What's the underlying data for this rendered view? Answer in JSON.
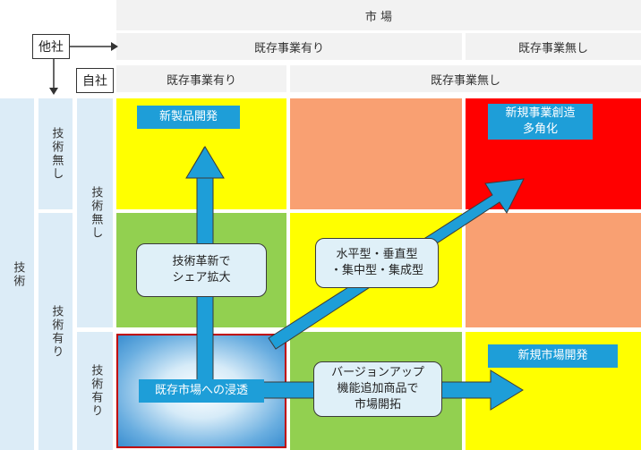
{
  "headers": {
    "market": "市 場",
    "other_company": "他社",
    "own_company": "自社",
    "other_existing": "既存事業有り",
    "other_none": "既存事業無し",
    "own_existing": "既存事業有り",
    "own_none": "既存事業無し"
  },
  "side": {
    "technology": "技術",
    "other_tech_none": "技術無し",
    "other_tech_has": "技術有り",
    "own_tech_none": "技術無し",
    "own_tech_has": "技術有り"
  },
  "labels": {
    "new_product": "新製品開発",
    "new_business_line1": "新規事業創造",
    "new_business_line2": "多角化",
    "new_market": "新規市場開発",
    "penetration": "既存市場への浸透"
  },
  "callouts": {
    "innovation_line1": "技術革新で",
    "innovation_line2": "シェア拡大",
    "integration_line1": "水平型・垂直型",
    "integration_line2": "・集中型・集成型",
    "version_line1": "バージョンアップ",
    "version_line2": "機能追加商品で",
    "version_line3": "市場開拓"
  },
  "colors": {
    "yellow": "#ffff00",
    "orange": "#f9a072",
    "red": "#ff0000",
    "green": "#92d050",
    "accent": "#1e9ed8",
    "border_red": "#c00000"
  }
}
